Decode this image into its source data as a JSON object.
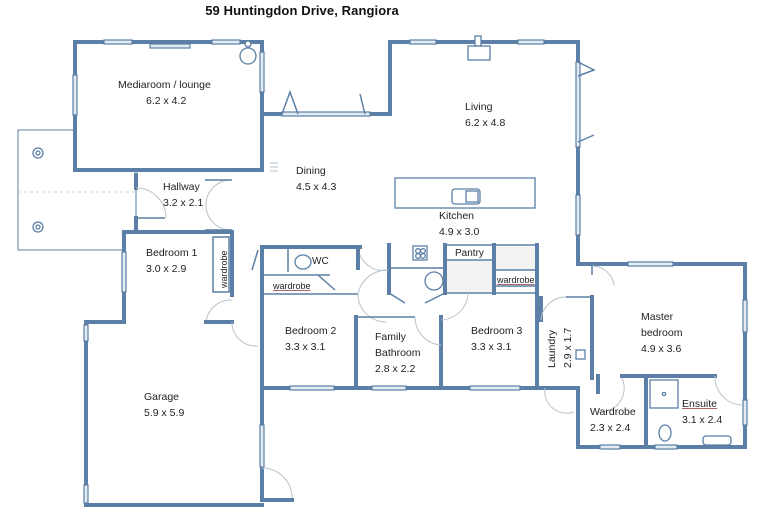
{
  "title": "59 Huntingdon Drive, Rangiora",
  "colors": {
    "wall": "#5b7fa6",
    "window": "#e3ebf3",
    "door_swing": "#b9c3cc",
    "label": "#222222"
  },
  "rooms": {
    "mediaroom": {
      "name": "Mediaroom / lounge",
      "size": "6.2 x 4.2"
    },
    "living": {
      "name": "Living",
      "size": "6.2 x 4.8"
    },
    "dining": {
      "name": "Dining",
      "size": "4.5 x 4.3"
    },
    "hallway": {
      "name": "Hallway",
      "size": "3.2 x 2.1"
    },
    "kitchen": {
      "name": "Kitchen",
      "size": "4.9 x 3.0"
    },
    "bedroom1": {
      "name": "Bedroom 1",
      "size": "3.0 x 2.9"
    },
    "wc": {
      "name": "WC"
    },
    "pantry": {
      "name": "Pantry"
    },
    "bedroom2": {
      "name": "Bedroom 2",
      "size": "3.3 x 3.1"
    },
    "family_bathroom": {
      "name_line1": "Family",
      "name_line2": "Bathroom",
      "size": "2.8 x 2.2"
    },
    "bedroom3": {
      "name": "Bedroom 3",
      "size": "3.3 x 3.1"
    },
    "laundry": {
      "name": "Laundry",
      "size": "2.9 x 1.7"
    },
    "master": {
      "name_line1": "Master",
      "name_line2": "bedroom",
      "size": "4.9 x 3.6"
    },
    "garage": {
      "name": "Garage",
      "size": "5.9 x 5.9"
    },
    "wardrobe_walkin": {
      "name": "Wardrobe",
      "size": "2.3 x 2.4"
    },
    "ensuite": {
      "name": "Ensuite",
      "size": "3.1 x 2.4"
    }
  },
  "wardrobe_labels": {
    "bedroom1": "wardrobe",
    "bedroom2": "wardrobe",
    "bedroom3": "wardrobe"
  }
}
